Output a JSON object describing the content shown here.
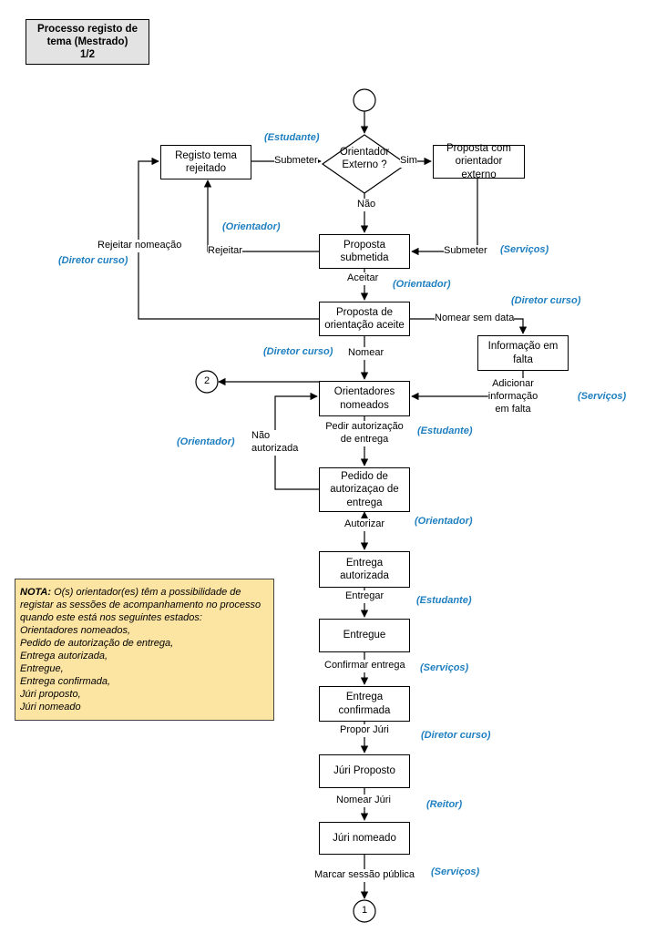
{
  "title": {
    "line1": "Processo registo de",
    "line2": "tema (Mestrado)",
    "line3": "1/2"
  },
  "decision": {
    "text": "Orientador\nExterno ?"
  },
  "boxes": {
    "registo_rejeitado": "Registo tema\nrejeitado",
    "proposta_externo": "Proposta com\norientador externo",
    "proposta_submetida": "Proposta\nsubmetida",
    "proposta_aceite": "Proposta de\norientação aceite",
    "informacao_falta": "Informação em\nfalta",
    "orientadores_nomeados": "Orientadores\nnomeados",
    "pedido_autorizacao": "Pedido de\nautorizaçao de\nentrega",
    "entrega_autorizada": "Entrega\nautorizada",
    "entregue": "Entregue",
    "entrega_confirmada": "Entrega\nconfirmada",
    "juri_proposto": "Júri Proposto",
    "juri_nomeado": "Júri nomeado"
  },
  "labels": {
    "submeter_1": "Submeter",
    "sim": "Sim",
    "nao": "Não",
    "rejeitar": "Rejeitar",
    "submeter_2": "Submeter",
    "rejeitar_nomeacao": "Rejeitar nomeação",
    "aceitar": "Aceitar",
    "nomear_sem_data": "Nomear sem data",
    "nomear": "Nomear",
    "adicionar_info": "Adicionar\ninformação\nem falta",
    "pedir_autorizacao": "Pedir autorização\nde entrega",
    "nao_autorizada": "Não\nautorizada",
    "autorizar": "Autorizar",
    "entregar": "Entregar",
    "confirmar_entrega": "Confirmar entrega",
    "propor_juri": "Propor Júri",
    "nomear_juri": "Nomear Júri",
    "marcar_sessao": "Marcar sessão pública"
  },
  "roles": {
    "estudante_1": "(Estudante)",
    "orientador_1": "(Orientador)",
    "servicos_1": "(Serviços)",
    "diretor_1": "(Diretor curso)",
    "orientador_2": "(Orientador)",
    "diretor_2": "(Diretor curso)",
    "diretor_3": "(Diretor curso)",
    "servicos_2": "(Serviços)",
    "estudante_2": "(Estudante)",
    "orientador_3": "(Orientador)",
    "orientador_4": "(Orientador)",
    "estudante_3": "(Estudante)",
    "servicos_3": "(Serviços)",
    "diretor_4": "(Diretor curso)",
    "reitor": "(Reitor)",
    "servicos_4": "(Serviços)"
  },
  "connectors": {
    "to_page_2": "2",
    "to_page_1": "1"
  },
  "note": {
    "heading": "NOTA:",
    "intro": " O(s) orientador(es) têm a possibilidade de registar as sessões de acompanhamento no processo quando este está nos seguintes estados:",
    "states": [
      "Orientadores nomeados,",
      "Pedido de autorização de entrega,",
      "Entrega autorizada,",
      "Entregue,",
      "Entrega confirmada,",
      "Júri proposto,",
      "Júri nomeado"
    ]
  },
  "colors": {
    "role_text": "#1f7fc0",
    "note_bg": "#fce4a3",
    "title_bg": "#e3e3e3"
  }
}
